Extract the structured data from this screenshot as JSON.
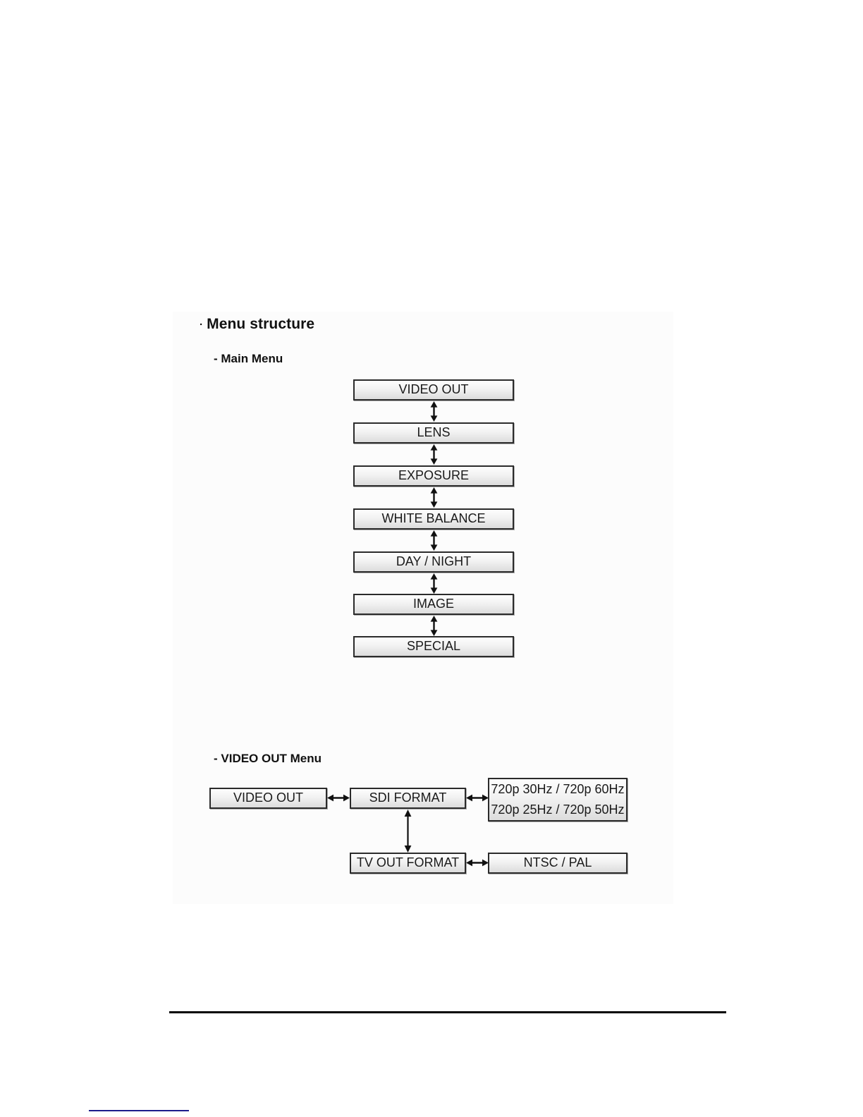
{
  "document": {
    "heading": {
      "bullet": "·",
      "text": "Menu structure"
    },
    "sections": [
      {
        "label": "- Main Menu"
      },
      {
        "label": "- VIDEO OUT Menu"
      }
    ]
  },
  "main_menu": {
    "title": "- Main Menu",
    "items": [
      {
        "label": "VIDEO OUT"
      },
      {
        "label": "LENS"
      },
      {
        "label": "EXPOSURE"
      },
      {
        "label": "WHITE BALANCE"
      },
      {
        "label": "DAY / NIGHT"
      },
      {
        "label": "IMAGE"
      },
      {
        "label": "SPECIAL"
      }
    ]
  },
  "video_out_menu": {
    "title": "- VIDEO OUT Menu",
    "root": {
      "label": "VIDEO OUT"
    },
    "sdi_format": {
      "label": "SDI FORMAT"
    },
    "sdi_format_options": {
      "line1": "720p 30Hz / 720p 60Hz",
      "line2": "720p 25Hz / 720p 50Hz"
    },
    "tv_out_format": {
      "label": "TV OUT FORMAT"
    },
    "tv_out_format_options": {
      "label": "NTSC / PAL"
    }
  },
  "colors": {
    "page_background": "#ffffff",
    "panel_background": "#fcfcfc",
    "node_border": "#2b2b2b",
    "node_fill_top": "#fdfdfd",
    "node_fill_bottom": "#dcdcdc",
    "text": "#1a1a1a",
    "footer_rule": "#000000",
    "corner_rule": "#1c1c8c"
  }
}
